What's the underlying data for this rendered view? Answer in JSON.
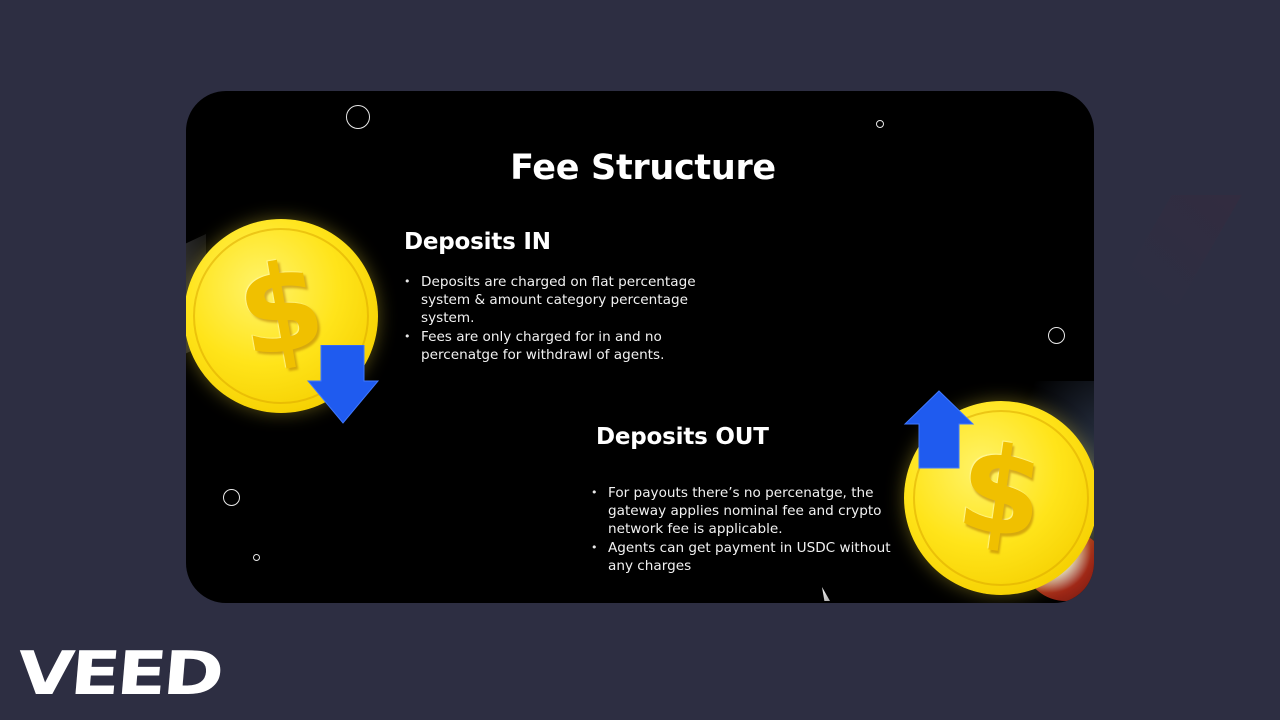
{
  "slide": {
    "title": "Fee Structure",
    "sections": [
      {
        "heading": "Deposits IN",
        "bullets": [
          "Deposits are charged on flat percentage system & amount category percentage system.",
          "Fees are only charged for in and no percenatge for withdrawl of agents."
        ],
        "icon": "coin-down-arrow-icon"
      },
      {
        "heading": "Deposits OUT",
        "bullets": [
          "For payouts there’s no percenatge, the gateway applies nominal fee and crypto network fee is applicable.",
          "Agents can get payment in USDC without any charges"
        ],
        "icon": "coin-up-arrow-icon"
      }
    ],
    "coin_symbol": "$",
    "colors": {
      "slide_bg": "#000000",
      "page_bg": "#2d2e42",
      "coin": "#ffe41a",
      "arrow": "#1f5bef",
      "text": "#ffffff"
    }
  },
  "watermark": {
    "label": "VEED"
  }
}
